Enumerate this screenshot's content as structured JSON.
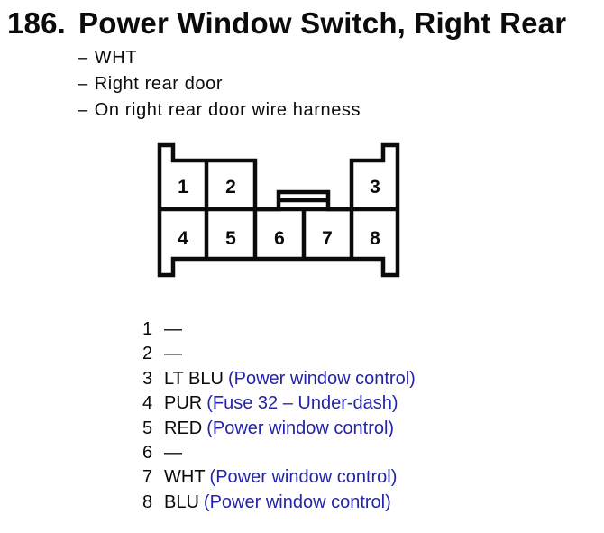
{
  "page": {
    "background": "#ffffff",
    "text_color": "#0b0b0b",
    "reference_link_color": "#2424a8"
  },
  "header": {
    "number": "186.",
    "title": "Power Window Switch, Right Rear"
  },
  "details": {
    "prefix": "–",
    "items": [
      "WHT",
      "Right rear door",
      "On right rear door wire harness"
    ]
  },
  "connector": {
    "cells": [
      {
        "label": "1"
      },
      {
        "label": "2"
      },
      {
        "label": "3"
      },
      {
        "label": "4"
      },
      {
        "label": "5"
      },
      {
        "label": "6"
      },
      {
        "label": "7"
      },
      {
        "label": "8"
      }
    ]
  },
  "pins": {
    "rows": [
      {
        "number": "1",
        "wire": "—",
        "description": ""
      },
      {
        "number": "2",
        "wire": "—",
        "description": ""
      },
      {
        "number": "3",
        "wire": "LT BLU",
        "description": "(Power window control)"
      },
      {
        "number": "4",
        "wire": "PUR",
        "description": "(Fuse 32 – Under-dash)"
      },
      {
        "number": "5",
        "wire": "RED",
        "description": "(Power window control)"
      },
      {
        "number": "6",
        "wire": "—",
        "description": ""
      },
      {
        "number": "7",
        "wire": "WHT",
        "description": "(Power window control)"
      },
      {
        "number": "8",
        "wire": "BLU",
        "description": "(Power window control)"
      }
    ]
  }
}
